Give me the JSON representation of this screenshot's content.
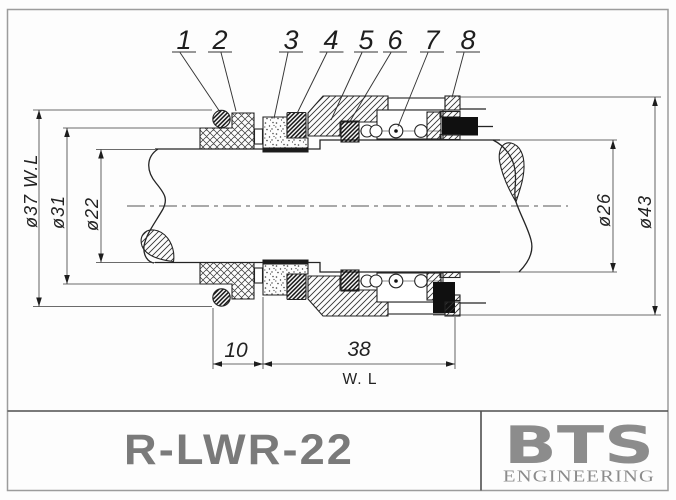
{
  "drawing": {
    "callouts": [
      "1",
      "2",
      "3",
      "4",
      "5",
      "6",
      "7",
      "8"
    ],
    "dims": {
      "dia37": "ø37 W.L",
      "dia31": "ø31",
      "dia22": "ø22",
      "dia26": "ø26",
      "dia43": "ø43",
      "len10": "10",
      "len38": "38",
      "workline": "W. L"
    }
  },
  "title_block": {
    "model": "R-LWR-22",
    "logo": {
      "brand": "BTS",
      "subtitle": "ENGINEERING"
    }
  },
  "colors": {
    "ink": "#242424",
    "dim_line": "#3a3a3a",
    "title_text": "#7a7a7a",
    "logo_gray": "#8c8c8c",
    "frame": "#9c9c9c"
  }
}
